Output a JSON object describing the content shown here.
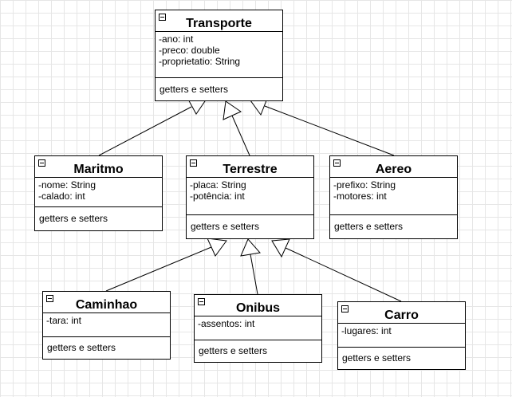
{
  "classes": {
    "transporte": {
      "name": "Transporte",
      "attributes": [
        "-ano: int",
        "-preco: double",
        "-proprietatio: String"
      ],
      "operations": "getters e setters"
    },
    "maritmo": {
      "name": "Maritmo",
      "attributes": [
        "-nome: String",
        "-calado: int"
      ],
      "operations": "getters e setters"
    },
    "terrestre": {
      "name": "Terrestre",
      "attributes": [
        "-placa: String",
        "-potência: int"
      ],
      "operations": "getters e setters"
    },
    "aereo": {
      "name": "Aereo",
      "attributes": [
        "-prefixo: String",
        "-motores: int"
      ],
      "operations": "getters e setters"
    },
    "caminhao": {
      "name": "Caminhao",
      "attributes": [
        "-tara: int"
      ],
      "operations": "getters e setters"
    },
    "onibus": {
      "name": "Onibus",
      "attributes": [
        "-assentos: int"
      ],
      "operations": "getters e setters"
    },
    "carro": {
      "name": "Carro",
      "attributes": [
        "-lugares: int"
      ],
      "operations": "getters e setters"
    }
  },
  "relations": [
    {
      "type": "generalization",
      "from": "maritmo",
      "to": "transporte"
    },
    {
      "type": "generalization",
      "from": "terrestre",
      "to": "transporte"
    },
    {
      "type": "generalization",
      "from": "aereo",
      "to": "transporte"
    },
    {
      "type": "generalization",
      "from": "caminhao",
      "to": "terrestre"
    },
    {
      "type": "generalization",
      "from": "onibus",
      "to": "terrestre"
    },
    {
      "type": "generalization",
      "from": "carro",
      "to": "terrestre"
    }
  ]
}
